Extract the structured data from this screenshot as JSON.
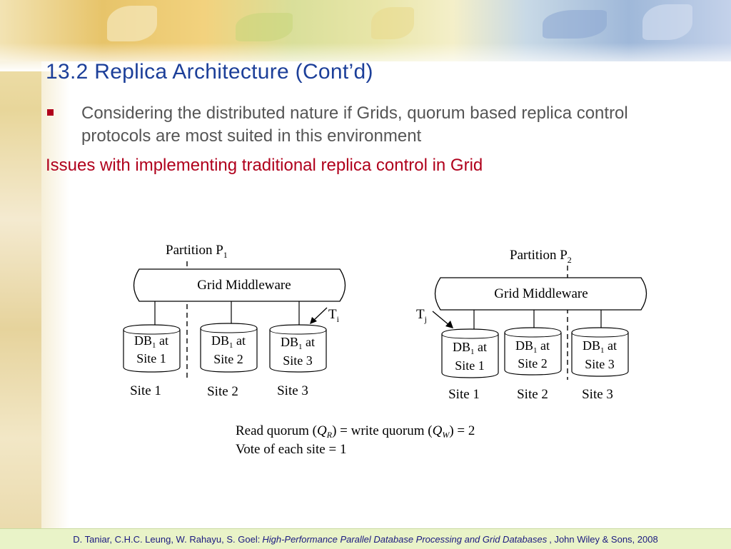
{
  "slide": {
    "title": "13.2 Replica Architecture (Cont’d)",
    "bullet": "Considering the distributed nature if Grids, quorum based replica control protocols are most suited in this environment",
    "subheading": "Issues with implementing traditional replica control in Grid"
  },
  "diagram": {
    "left": {
      "partition_label": "Partition P",
      "partition_sub": "1",
      "middleware_label": "Grid Middleware",
      "transaction_label": "T",
      "transaction_sub": "i",
      "databases": [
        {
          "db": "DB",
          "sub": "1",
          "at": " at",
          "site": "Site 1",
          "site_label": "Site 1"
        },
        {
          "db": "DB",
          "sub": "1",
          "at": " at",
          "site": "Site 2",
          "site_label": "Site 2"
        },
        {
          "db": "DB",
          "sub": "1",
          "at": " at",
          "site": "Site 3",
          "site_label": "Site 3"
        }
      ]
    },
    "right": {
      "partition_label": "Partition P",
      "partition_sub": "2",
      "middleware_label": "Grid Middleware",
      "transaction_label": "T",
      "transaction_sub": "j",
      "databases": [
        {
          "db": "DB",
          "sub": "1",
          "at": " at",
          "site": "Site 1",
          "site_label": "Site 1"
        },
        {
          "db": "DB",
          "sub": "1",
          "at": " at",
          "site": "Site 2",
          "site_label": "Site 2"
        },
        {
          "db": "DB",
          "sub": "1",
          "at": " at",
          "site": "Site 3",
          "site_label": "Site 3"
        }
      ]
    },
    "quorum_prefix": "Read quorum (",
    "quorum_q": "Q",
    "quorum_r": "R",
    "quorum_mid": ") = write quorum (",
    "quorum_w": "W",
    "quorum_suffix": ") = 2",
    "vote_text": "Vote of each site = 1"
  },
  "footer": {
    "authors": "D. Taniar, C.H.C. Leung, W. Rahayu, S. Goel:",
    "book": "High-Performance Parallel Database Processing and Grid Databases",
    "publisher": ", John Wiley & Sons, 2008"
  }
}
